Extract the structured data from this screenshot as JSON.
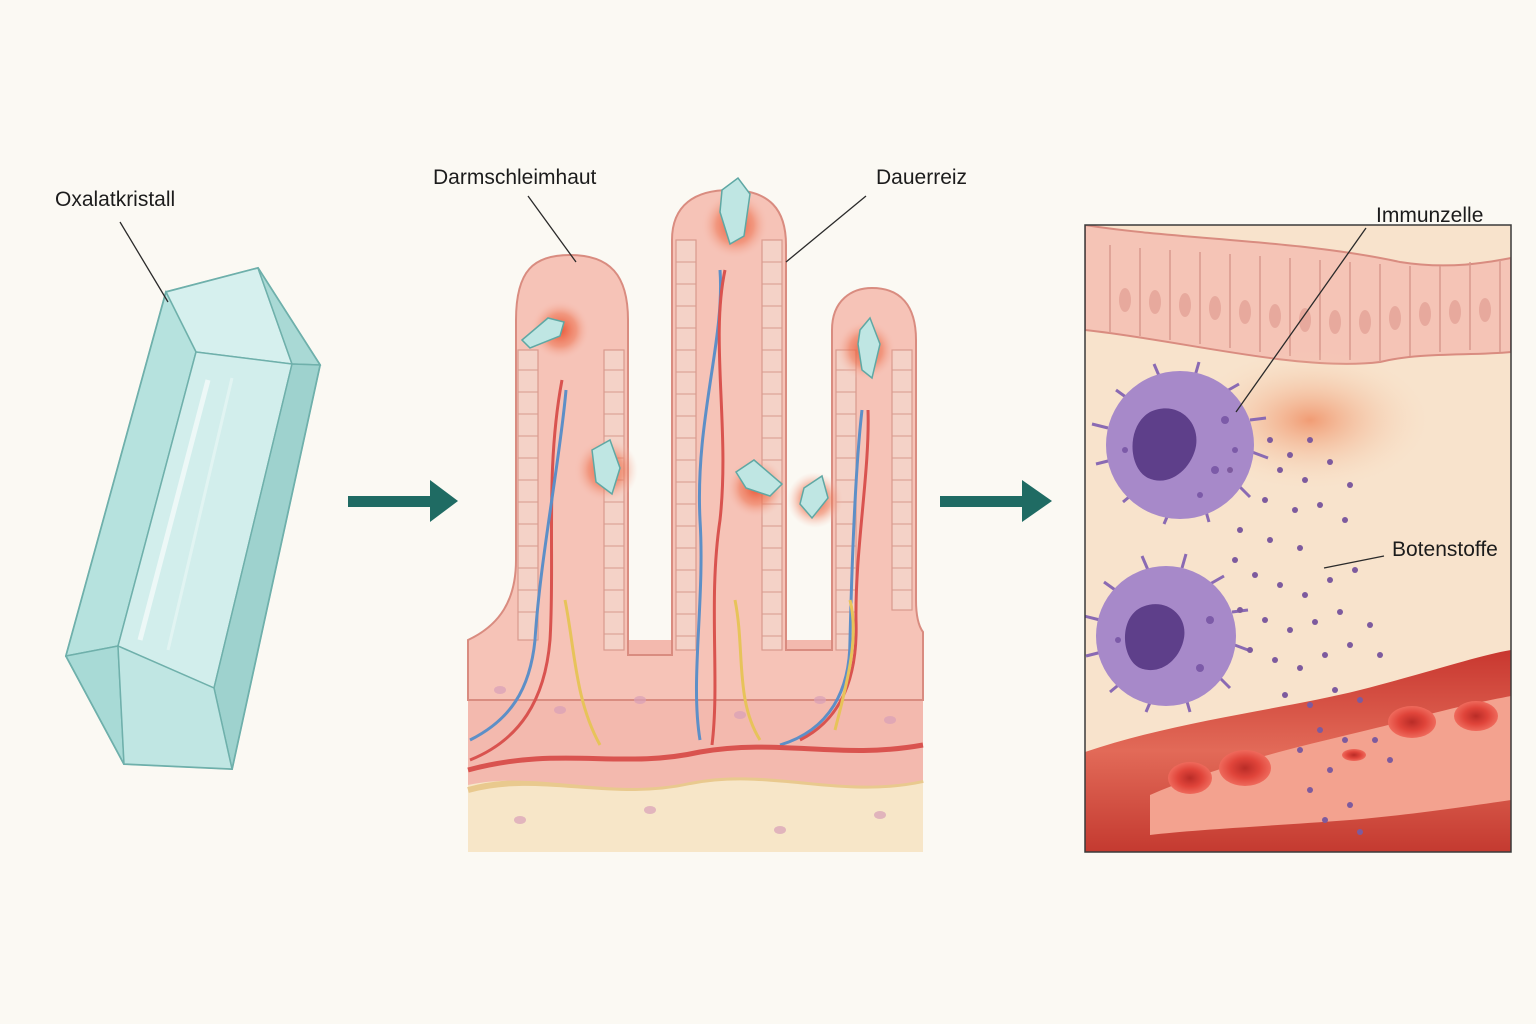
{
  "labels": {
    "crystal": "Oxalatkristall",
    "mucosa": "Darmschleimhaut",
    "irritation": "Dauerreiz",
    "immune_cell": "Immunzelle",
    "messengers": "Botenstoffe"
  },
  "colors": {
    "background": "#fbf9f3",
    "crystal_fill": "#bfe6e3",
    "crystal_edge": "#5fa8a4",
    "arrow": "#1f6b63",
    "tissue": "#f6c3b7",
    "epithelium": "#f4d2c7",
    "inflammation": "#e8502f",
    "immune_cell": "#9a7cc0",
    "blood_vessel": "#d9453a",
    "red_blood_cell": "#e0443a",
    "submucosa": "#f7e6c8",
    "artery": "#d9534f",
    "vein": "#5d8fc7",
    "lymph": "#e7c35a"
  },
  "icons": [
    "crystal",
    "arrow-right-icon",
    "intestinal-villi",
    "immune-cell",
    "messenger-molecules",
    "blood-vessel",
    "red-blood-cell"
  ]
}
